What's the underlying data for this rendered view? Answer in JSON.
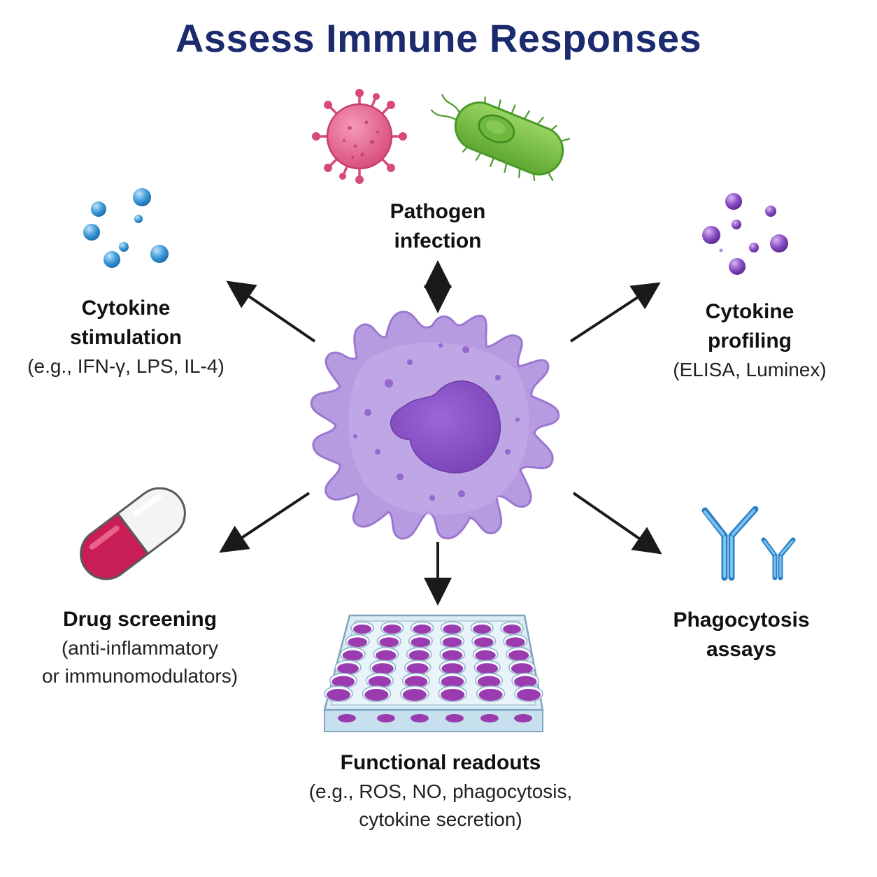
{
  "title": "Assess Immune Responses",
  "colors": {
    "title": "#1c2a6e",
    "cell_fill": "#b79be0",
    "nucleus": "#8a55c8",
    "virus": "#e8608f",
    "bacterium": "#7cc04a",
    "cytokine_blue": "#3d9ad8",
    "cytokine_purple": "#8a4dc4",
    "capsule_red": "#c81e55",
    "antibody": "#3d97dc",
    "plate": "#d9ecf5",
    "well": "#9b3bb0",
    "arrow": "#1a1a1a"
  },
  "nodes": {
    "pathogen": {
      "head_line1": "Pathogen",
      "head_line2": "infection",
      "icons": [
        "virus-icon",
        "bacterium-icon"
      ]
    },
    "cytokine_stimulation": {
      "head_line1": "Cytokine",
      "head_line2": "stimulation",
      "sub_line1": "(e.g., IFN-γ, LPS, IL-4)",
      "icon": "cytokine-particles-icon"
    },
    "cytokine_profiling": {
      "head_line1": "Cytokine",
      "head_line2": "profiling",
      "sub_line1": "(ELISA, Luminex)",
      "icon": "cytokine-particles-icon"
    },
    "drug_screening": {
      "head_line1": "Drug screening",
      "sub_line1": "(anti-inflammatory",
      "sub_line2": "or immunomodulators)",
      "icon": "capsule-icon"
    },
    "functional_readouts": {
      "head_line1": "Functional readouts",
      "sub_line1": "(e.g., ROS, NO, phagocytosis,",
      "sub_line2": "cytokine secretion)",
      "icon": "well-plate-icon"
    },
    "phagocytosis": {
      "head_line1": "Phagocytosis",
      "head_line2": "assays",
      "icon": "antibody-icon"
    }
  },
  "center": {
    "icon": "macrophage-cell-icon"
  }
}
